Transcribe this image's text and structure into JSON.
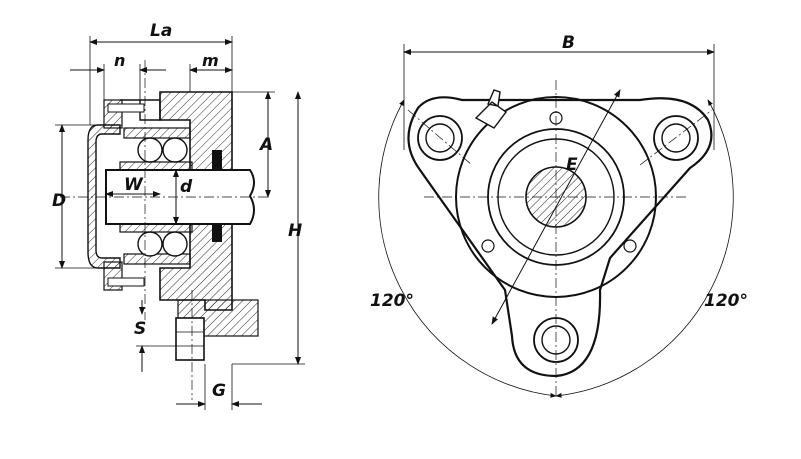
{
  "labels": {
    "La": "La",
    "n": "n",
    "m": "m",
    "A": "A",
    "D": "D",
    "W": "W",
    "d": "d",
    "H": "H",
    "S": "S",
    "G": "G",
    "B": "B",
    "E": "E",
    "angle_left": "120°",
    "angle_right": "120°"
  },
  "colors": {
    "ink": "#111111",
    "background": "#ffffff"
  }
}
